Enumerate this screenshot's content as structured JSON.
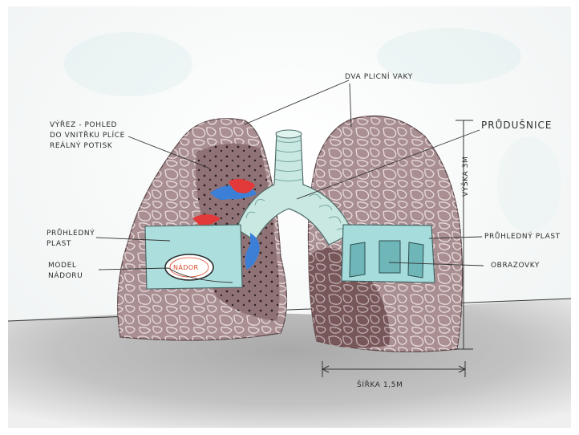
{
  "labels": {
    "lung_sacs": "DVA PLICNÍ VAKY",
    "cutaway": "VÝŘEZ - POHLED\nDO VNITŘKU PLÍCE\nREÁLNÝ POTISK",
    "bronchi": "PRŮDUŠNICE",
    "height": "VÝŠKA 3m",
    "clear_plastic_left": "PRŮHLEDNÝ\nPLAST",
    "clear_plastic_right": "PRŮHLEDNÝ PLAST",
    "tumor_model": "MODEL\nNÁDORU",
    "tumor": "NÁDOR",
    "screens": "OBRAZOVKY",
    "width": "ŠÍŘKA 1,5m"
  },
  "colors": {
    "lung": "#a98e92",
    "lung_dark": "#6e4d4f",
    "trachea": "#c9e8e2",
    "window": "#a6dcdc",
    "screen": "#6fb6b8",
    "ground": "#b8b8b8",
    "artery": "#e23a3a",
    "vein": "#3b7fd6"
  }
}
